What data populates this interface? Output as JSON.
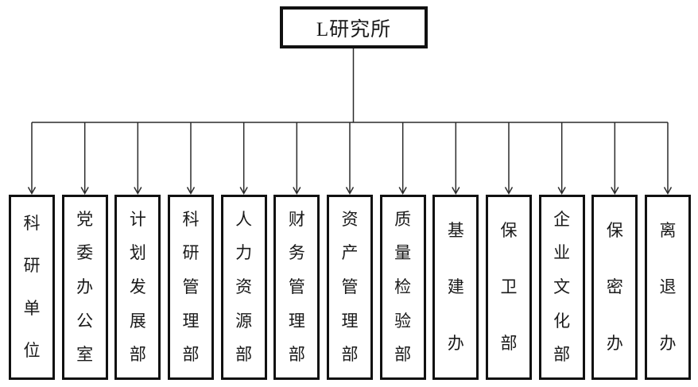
{
  "root": {
    "label": "L研究所"
  },
  "departments": [
    {
      "label": "科研单位"
    },
    {
      "label": "党委办公室"
    },
    {
      "label": "计划发展部"
    },
    {
      "label": "科研管理部"
    },
    {
      "label": "人力资源部"
    },
    {
      "label": "财务管理部"
    },
    {
      "label": "资产管理部"
    },
    {
      "label": "质量检验部"
    },
    {
      "label": "基建办"
    },
    {
      "label": "保卫部"
    },
    {
      "label": "企业文化部"
    },
    {
      "label": "保密办"
    },
    {
      "label": "离退办"
    }
  ],
  "colors": {
    "line": "#2b2b2b",
    "box_border": "#111111",
    "background": "#ffffff",
    "text": "#1a1a1a"
  }
}
